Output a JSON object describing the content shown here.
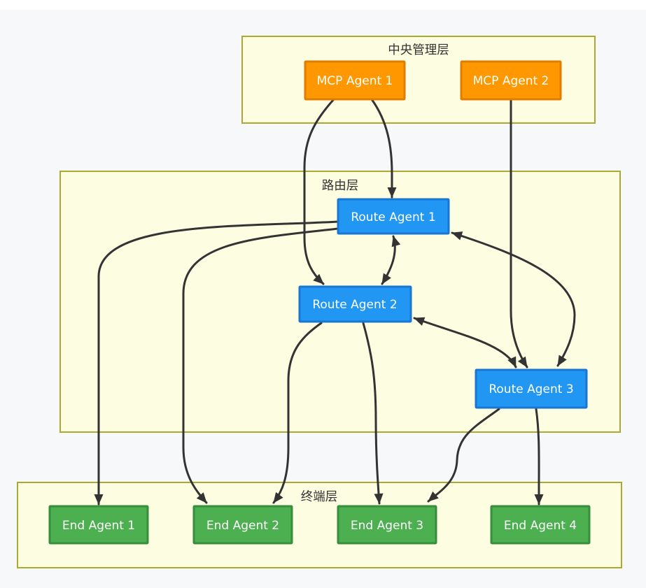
{
  "layers": {
    "central": {
      "label": "中央管理层"
    },
    "routing": {
      "label": "路由层"
    },
    "terminal": {
      "label": "终端层"
    }
  },
  "nodes": {
    "mcp1": {
      "label": "MCP Agent 1"
    },
    "mcp2": {
      "label": "MCP Agent 2"
    },
    "route1": {
      "label": "Route Agent 1"
    },
    "route2": {
      "label": "Route Agent 2"
    },
    "route3": {
      "label": "Route Agent 3"
    },
    "end1": {
      "label": "End Agent 1"
    },
    "end2": {
      "label": "End Agent 2"
    },
    "end3": {
      "label": "End Agent 3"
    },
    "end4": {
      "label": "End Agent 4"
    }
  },
  "edges": [
    {
      "from": "MCP Agent 1",
      "to": "Route Agent 1",
      "bidirectional": false
    },
    {
      "from": "MCP Agent 1",
      "to": "Route Agent 2",
      "bidirectional": false
    },
    {
      "from": "MCP Agent 2",
      "to": "Route Agent 3",
      "bidirectional": false
    },
    {
      "from": "Route Agent 1",
      "to": "Route Agent 2",
      "bidirectional": true
    },
    {
      "from": "Route Agent 1",
      "to": "Route Agent 3",
      "bidirectional": true
    },
    {
      "from": "Route Agent 2",
      "to": "Route Agent 3",
      "bidirectional": true
    },
    {
      "from": "Route Agent 1",
      "to": "End Agent 1",
      "bidirectional": false
    },
    {
      "from": "Route Agent 1",
      "to": "End Agent 2",
      "bidirectional": false
    },
    {
      "from": "Route Agent 2",
      "to": "End Agent 2",
      "bidirectional": false
    },
    {
      "from": "Route Agent 2",
      "to": "End Agent 3",
      "bidirectional": false
    },
    {
      "from": "Route Agent 3",
      "to": "End Agent 3",
      "bidirectional": false
    },
    {
      "from": "Route Agent 3",
      "to": "End Agent 4",
      "bidirectional": false
    }
  ],
  "colors": {
    "page_bg": "#f7f8fa",
    "layer_fill": "#fdfde2",
    "layer_stroke": "#aaaa33",
    "mcp_fill": "#ff9800",
    "mcp_stroke": "#e07c00",
    "route_fill": "#2196f3",
    "route_stroke": "#1976d2",
    "end_fill": "#4caf50",
    "end_stroke": "#388e3c",
    "edge": "#333333"
  }
}
